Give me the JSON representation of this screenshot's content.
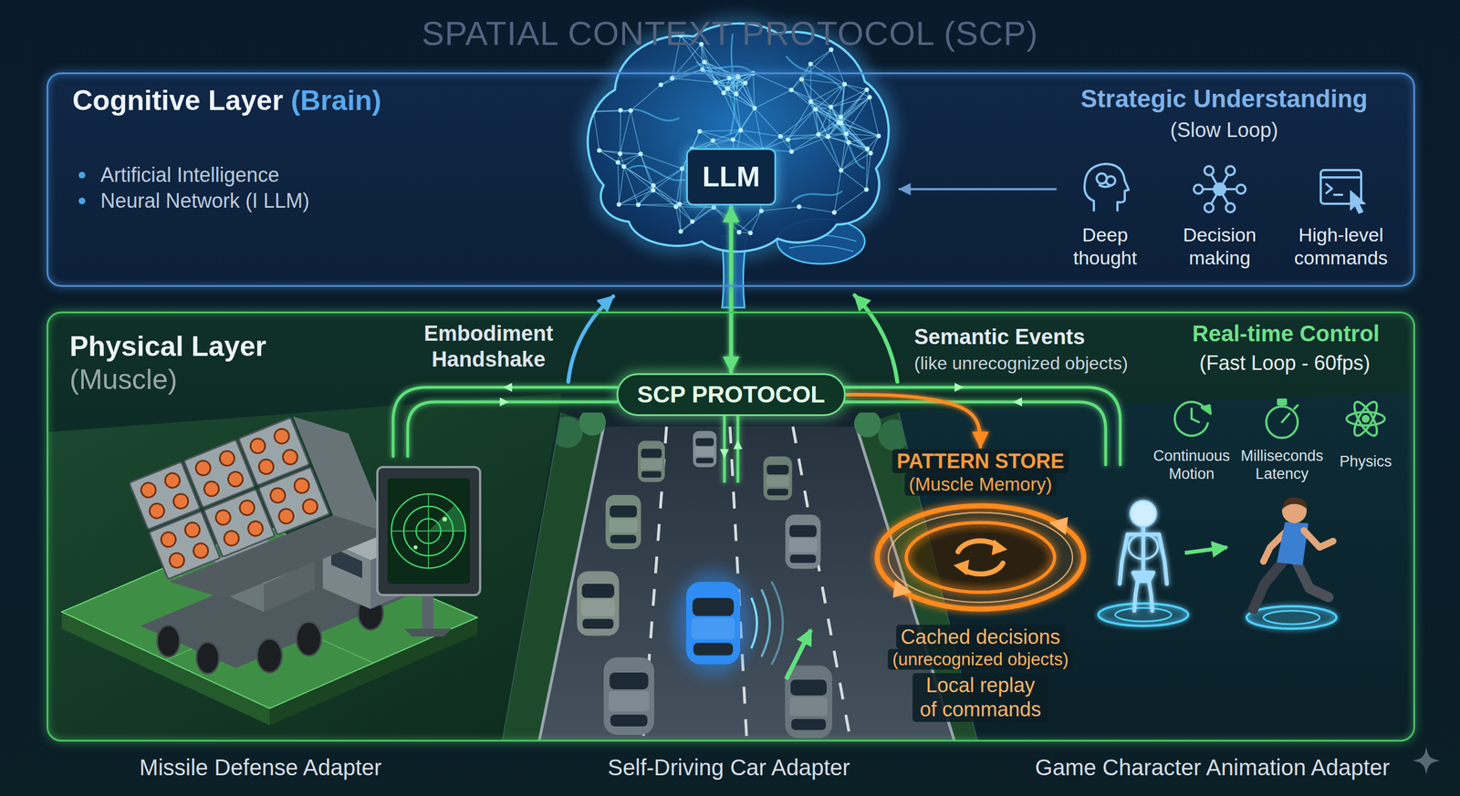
{
  "diagram": {
    "title": "SPATIAL CONTEXT PROTOCOL (SCP)",
    "nodes": [
      {
        "text": [
          "Cognitive Layer",
          "(Brain)",
          "Artificial Intelligence",
          "Neural Network (I LLM)"
        ]
      },
      {
        "text": [
          "LLM"
        ],
        "in": 0
      },
      {
        "text": [
          "Physical Layer",
          "(Muscle)"
        ]
      },
      {
        "text": [
          "SCP PROTOCOL"
        ],
        "in": 2
      },
      {
        "text": [
          "PATTERN STORE",
          "(Muscle Memory)",
          "Cached decisions",
          "(unrecognized objects)",
          "Local replay of commands"
        ],
        "in": 2
      }
    ],
    "edges": [
      {
        "from": 3,
        "to": 1,
        "arrow": "both"
      },
      {
        "from": 3,
        "to": 4,
        "arrow": "to"
      }
    ],
    "labels": [
      "Strategic Understanding",
      "(Slow Loop)",
      "Deep thought",
      "Decision making",
      "High-level commands",
      "Embodiment Handshake",
      "Semantic Events",
      "(like unrecognized objects)",
      "Real-time Control",
      "(Fast Loop - 60fps)",
      "Continuous Motion",
      "Milliseconds Latency",
      "Physics",
      "Missile Defense Adapter",
      "Self-Driving Car Adapter",
      "Game Character Animation Adapter"
    ]
  }
}
